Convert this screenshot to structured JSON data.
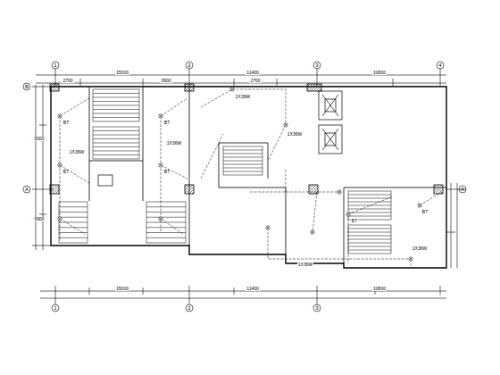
{
  "diagram": {
    "labels": [
      "1",
      "2",
      "3",
      "4",
      "B",
      "A",
      "A",
      "1",
      "2",
      "3",
      "15000",
      "11400",
      "10800",
      "2700",
      "3900",
      "2700",
      "15000",
      "11400",
      "10800",
      "6000",
      "6900",
      "BT",
      "BT",
      "BT",
      "BT",
      "BT",
      "BT",
      "1X36W",
      "1X36W",
      "1X36W",
      "1X36W",
      "1X36W",
      "1X36W"
    ]
  }
}
